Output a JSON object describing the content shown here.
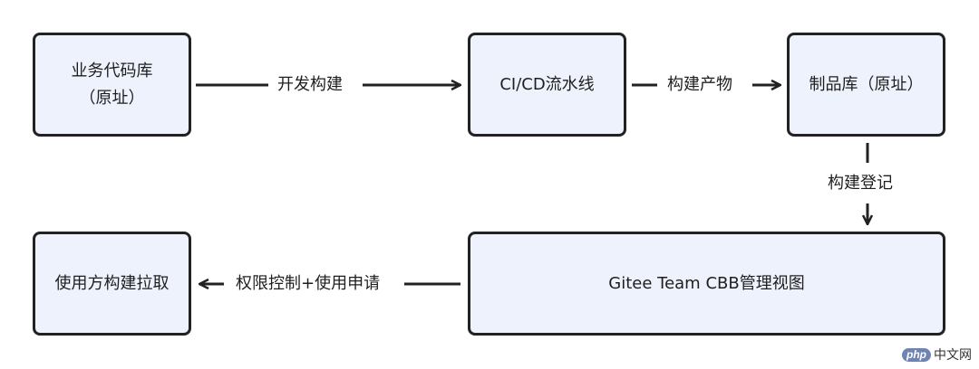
{
  "nodes": {
    "repo": "业务代码库\n（原址）",
    "pipeline": "CI/CD流水线",
    "artifact": "制品库（原址）",
    "consumer": "使用方构建拉取",
    "gitee": "Gitee Team CBB管理视图"
  },
  "edges": {
    "build_dev": "开发构建",
    "build_output": "构建产物",
    "build_register": "构建登记",
    "permission": "权限控制+使用申请"
  },
  "watermark": {
    "badge": "php",
    "text": "中文网"
  },
  "colors": {
    "node_fill": "#eef2fc",
    "node_border": "#222222"
  }
}
